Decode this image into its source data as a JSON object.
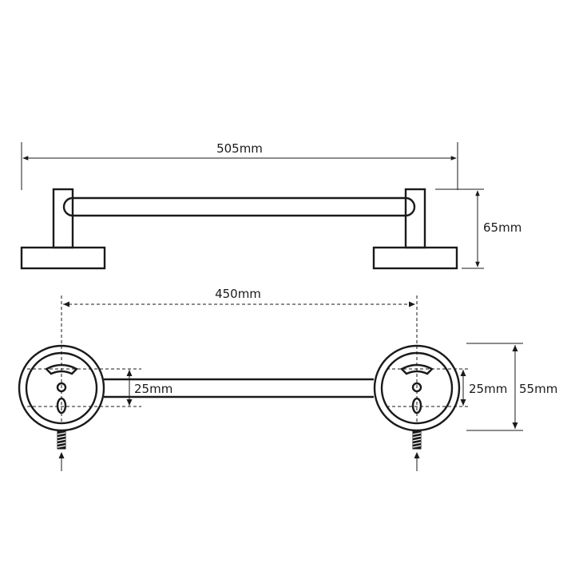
{
  "dimensions": {
    "overall_length": "505mm",
    "height": "65mm",
    "center_distance": "450mm",
    "bar_diameter": "25mm",
    "bracket_slot_spacing": "25mm",
    "flange_diameter": "55mm"
  },
  "colors": {
    "line": "#1a1a1a",
    "background": "#ffffff"
  }
}
